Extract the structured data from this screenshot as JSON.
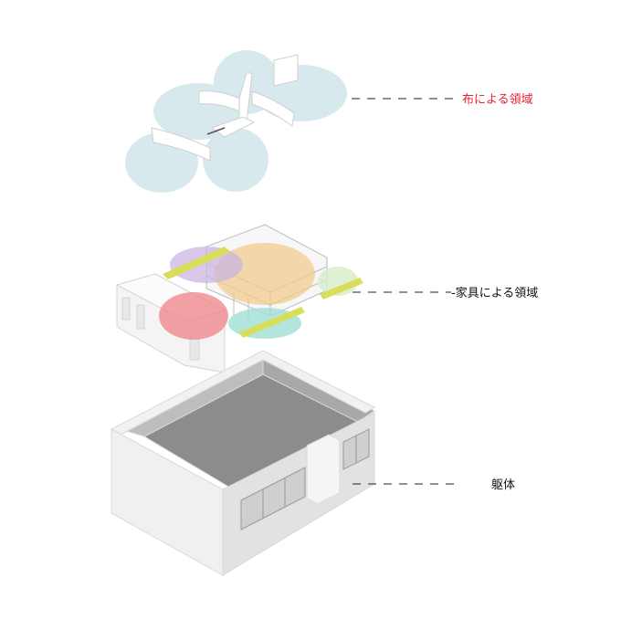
{
  "layers": [
    {
      "label": "布による領域",
      "label_color": "#e8202e"
    },
    {
      "label": "-家具による領域",
      "label_color": "#111111"
    },
    {
      "label": "躯体",
      "label_color": "#111111"
    }
  ]
}
